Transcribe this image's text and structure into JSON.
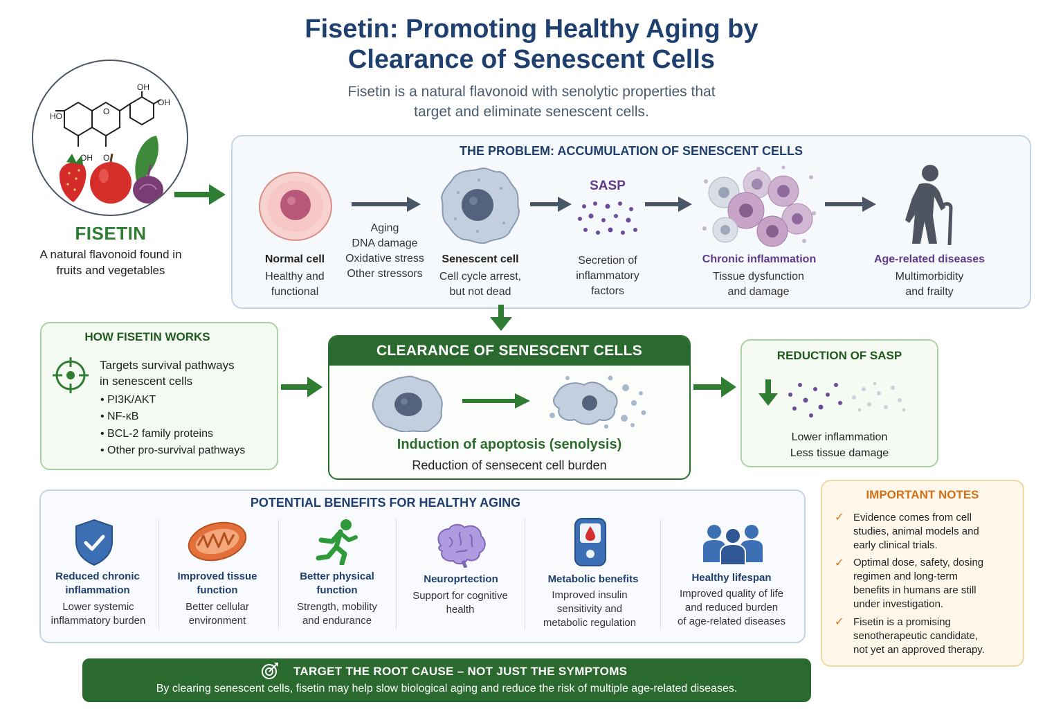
{
  "header": {
    "title_line1": "Fisetin: Promoting Healthy Aging by",
    "title_line2": "Clearance of Senescent Cells",
    "subtitle_line1": "Fisetin is a natural flavonoid with senolytic properties that",
    "subtitle_line2": "target and eliminate senescent cells."
  },
  "fisetin": {
    "name": "FISETIN",
    "desc_line1": "A natural flavonoid found in",
    "desc_line2": "fruits and vegetables",
    "molecule_labels": {
      "oh_top": "OH",
      "oh_right": "OH",
      "ho_left": "HO",
      "o_ring": "O",
      "oh_bottom": "OH",
      "o_carbonyl": "O"
    }
  },
  "problem": {
    "title": "THE PROBLEM: ACCUMULATION OF SENESCENT CELLS",
    "normal_cell": {
      "label": "Normal cell",
      "desc1": "Healthy and",
      "desc2": "functional"
    },
    "stressors": [
      "Aging",
      "DNA damage",
      "Oxidative stress",
      "Other stressors"
    ],
    "senescent_cell": {
      "label": "Senescent cell",
      "desc1": "Cell cycle arrest,",
      "desc2": "but not dead"
    },
    "sasp": {
      "label": "SASP",
      "desc1": "Secretion of",
      "desc2": "inflammatory",
      "desc3": "factors"
    },
    "inflammation": {
      "label": "Chronic inflammation",
      "desc1": "Tissue dysfunction",
      "desc2": "and damage"
    },
    "diseases": {
      "label": "Age-related diseases",
      "desc1": "Multimorbidity",
      "desc2": "and frailty"
    }
  },
  "how": {
    "title": "HOW FISETIN WORKS",
    "intro_line1": "Targets survival pathways",
    "intro_line2": "in senescent cells",
    "bullets": [
      "PI3K/AKT",
      "NF-κB",
      "BCL-2 family proteins",
      "Other pro-survival pathways"
    ]
  },
  "clearance": {
    "title": "CLEARANCE OF SENESCENT CELLS",
    "subtitle": "Induction of apoptosis (senolysis)",
    "desc": "Reduction of sensecent cell burden"
  },
  "sasp_reduction": {
    "title": "REDUCTION OF SASP",
    "desc1": "Lower inflammation",
    "desc2": "Less tissue damage"
  },
  "benefits": {
    "title": "POTENTIAL BENEFITS FOR HEALTHY AGING",
    "items": [
      {
        "label1": "Reduced chronic",
        "label2": "inflammation",
        "desc1": "Lower systemic",
        "desc2": "inflammatory burden",
        "icon": "shield-check-icon"
      },
      {
        "label1": "Improved tissue",
        "label2": "function",
        "desc1": "Better cellular",
        "desc2": "environment",
        "icon": "mitochondria-icon"
      },
      {
        "label1": "Better physical",
        "label2": "function",
        "desc1": "Strength, mobility",
        "desc2": "and endurance",
        "icon": "runner-icon"
      },
      {
        "label1": "Neuroprtection",
        "desc1": "Support for cognitive",
        "desc2": "health",
        "icon": "brain-icon"
      },
      {
        "label1": "Metabolic benefits",
        "desc1": "Improved insulin",
        "desc2": "sensitivity and",
        "desc3": "metabolic regulation",
        "icon": "glucose-meter-icon"
      },
      {
        "label1": "Healthy lifespan",
        "desc1": "Improved quality of life",
        "desc2": "and reduced burden",
        "desc3": "of age-related diseases",
        "icon": "people-icon"
      }
    ]
  },
  "notes": {
    "title": "IMPORTANT NOTES",
    "items": [
      {
        "l1": "Evidence comes from cell",
        "l2": "studies, animal models and",
        "l3": "early clinical trials."
      },
      {
        "l1": "Optimal dose, safety, dosing",
        "l2": "regimen and long-term",
        "l3": "benefits in humans are still",
        "l4": "under investigation."
      },
      {
        "l1": "Fisetin is a promising",
        "l2": "senotherapeutic candidate,",
        "l3": "not yet an approved therapy."
      }
    ]
  },
  "banner": {
    "title": "TARGET THE ROOT CAUSE – NOT JUST THE SYMPTOMS",
    "text": "By clearing senescent cells, fisetin may help slow biological aging and reduce the risk of multiple age-related diseases."
  },
  "colors": {
    "navy": "#1f3f6e",
    "green": "#2b6a2f",
    "purple": "#5e3a8c",
    "orange": "#d26f17",
    "arrow": "#4a5566"
  }
}
